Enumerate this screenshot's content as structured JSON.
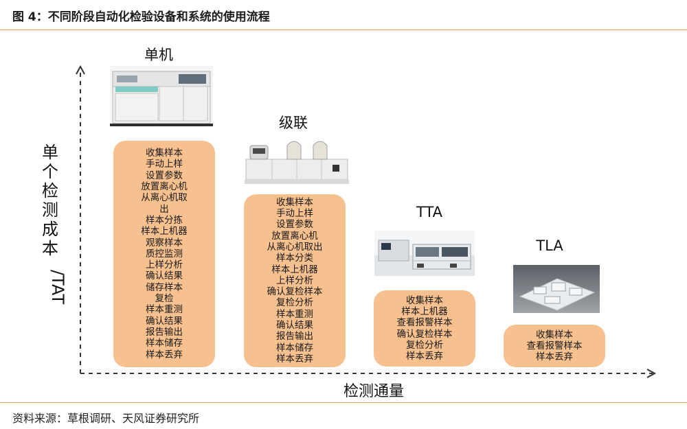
{
  "figure": {
    "title": "图 4：不同阶段自动化检验设备和系统的使用流程",
    "source": "资料来源：草根调研、天风证券研究所"
  },
  "axes": {
    "y_label_chars": [
      "单",
      "个",
      "检",
      "测",
      "成",
      "本"
    ],
    "y_label_tail": "/TAT",
    "x_label": "检测通量"
  },
  "stages": [
    {
      "title": "单机",
      "steps": [
        "收集样本",
        "手动上样",
        "设置参数",
        "放置离心机",
        "从离心机取",
        "出",
        "样本分拣",
        "样本上机器",
        "观察样本",
        "质控监测",
        "上样分析",
        "确认结果",
        "储存样本",
        "复检",
        "样本重测",
        "确认结果",
        "报告输出",
        "样本储存",
        "样本丢弃"
      ]
    },
    {
      "title": "级联",
      "steps": [
        "收集样本",
        "手动上样",
        "设置参数",
        "放置离心机",
        "从离心机取出",
        "样本分类",
        "样本上机器",
        "上样分析",
        "确认复检样本",
        "复检分析",
        "样本重测",
        "确认结果",
        "报告输出",
        "样本储存",
        "样本丢弃"
      ]
    },
    {
      "title": "TTA",
      "steps": [
        "收集样本",
        "样本上机器",
        "查看报警样本",
        "确认复检样本",
        "复检分析",
        "样本丢弃"
      ]
    },
    {
      "title": "TLA",
      "steps": [
        "收集样本",
        "查看报警样本",
        "样本丢弃"
      ]
    }
  ],
  "colors": {
    "box_fill": "#f6c08f",
    "rule": "#e0a060",
    "axis": "#333333"
  }
}
